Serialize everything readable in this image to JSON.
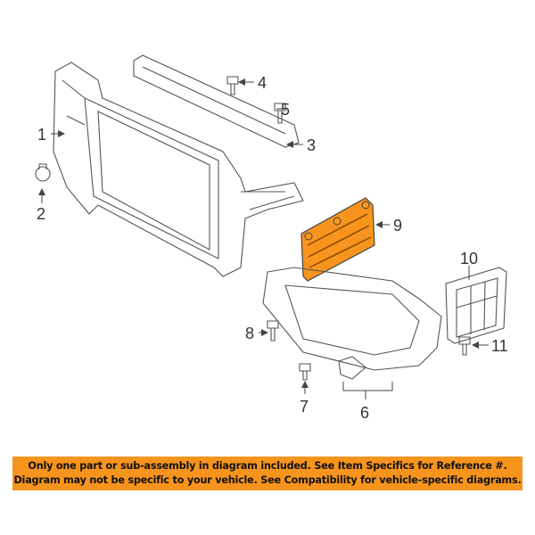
{
  "callouts": {
    "c1": "1",
    "c2": "2",
    "c3": "3",
    "c4": "4",
    "c5": "5",
    "c6": "6",
    "c7": "7",
    "c8": "8",
    "c9": "9",
    "c10": "10",
    "c11": "11"
  },
  "highlight_color": "#f7941d",
  "banner": {
    "line1": "Only one part or sub-assembly in diagram included. See Item Specifics for Reference #.",
    "line2": "Diagram may not be specific to your vehicle. See Compatibility for vehicle-specific diagrams."
  }
}
